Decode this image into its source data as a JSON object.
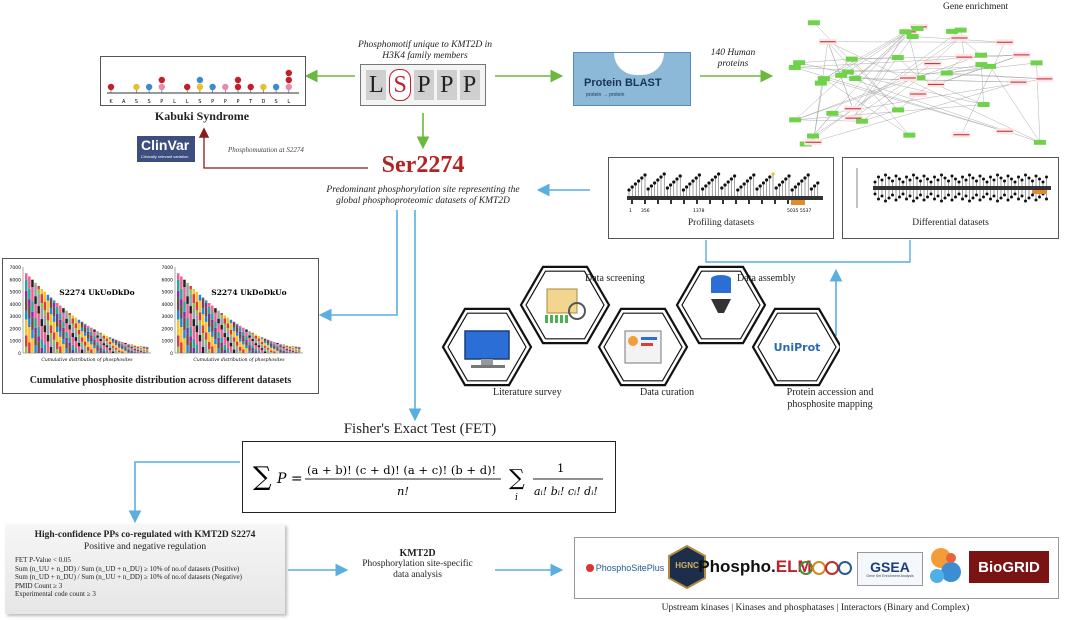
{
  "kabuki": {
    "title": "Kabuki Syndrome",
    "residues": [
      "K",
      "A",
      "S",
      "S",
      "P",
      "L",
      "L",
      "S",
      "P",
      "P",
      "P",
      "T",
      "D",
      "S",
      "L"
    ],
    "clinvar_text": "ClinVar",
    "clinvar_sub": "Clinically relevant variation",
    "phosphomutation": "Phosphomutation at S2274"
  },
  "motif": {
    "caption": "Phosphomotif  unique to KMT2D in H3K4 family members",
    "letters": [
      "L",
      "S",
      "P",
      "P",
      "P"
    ],
    "blast_label": "Protein BLAST",
    "blast_sub": "protein → protein",
    "human_proteins": "140  Human proteins"
  },
  "enrichment": {
    "title": "Gene enrichment"
  },
  "ser": {
    "title": "Ser2274",
    "desc_line1": "Predominant phosphorylation site representing the",
    "desc_line2": "global phosphoproteomic datasets of KMT2D"
  },
  "profiling": {
    "label": "Profiling datasets",
    "ticks": [
      "1",
      "356",
      "1378",
      "5035 5537"
    ]
  },
  "differential": {
    "label": "Differential datasets"
  },
  "cumulative": {
    "chart1_title": "S2274 UkUoDkDo",
    "chart2_title": "S2274 UkDoDkUo",
    "xlabel": "Cumulative distribution of phosphosites",
    "yticks": [
      "7000",
      "6000",
      "5000",
      "4000",
      "3000",
      "2000",
      "1000",
      "0"
    ],
    "caption": "Cumulative phosphosite distribution across different datasets"
  },
  "workflow": {
    "data_screening": "Data screening",
    "data_assembly": "Data assembly",
    "literature_survey": "Literature survey",
    "data_curation": "Data curation",
    "protein_accession_line1": "Protein  accession and",
    "protein_accession_line2": "phosphosite mapping",
    "uniprot": "UniProt"
  },
  "fet": {
    "title": "Fisher's Exact Test (FET)"
  },
  "criteria": {
    "title": "High-confidence PPs co-regulated with KMT2D S2274",
    "subtitle": "Positive and negative regulation",
    "lines": [
      "FET P-Value < 0.05",
      "Sum (n_UU + n_DD) / Sum (n_UD + n_DU) ≥ 10% of no.of datasets (Positive)",
      "Sum (n_UD + n_DU) / Sum (n_UU + n_DD) ≥ 10% of no.of datasets (Negative)",
      "PMID Count ≥ 3",
      "Experimental code count ≥ 3"
    ]
  },
  "kmt2d": {
    "title": "KMT2D",
    "line1": "Phosphorylation site-specific",
    "line2": "data analysis"
  },
  "resources": {
    "phosphositeplus": "PhosphoSitePlus",
    "hgnc": "HGNC",
    "phosphoelm_a": "Phospho.",
    "phosphoelm_b": "ELM",
    "gsea": "GSEA",
    "gsea_sub": "Gene Set Enrichment Analysis",
    "biogrid": "BioGRID",
    "caption": "Upstream kinases | Kinases and phosphatases | Interactors (Binary and Complex)"
  },
  "colors": {
    "arrow_green": "#6ab83c",
    "arrow_blue": "#5aaee0",
    "arrow_red": "#8b1a1a",
    "ser_red": "#b42323"
  }
}
